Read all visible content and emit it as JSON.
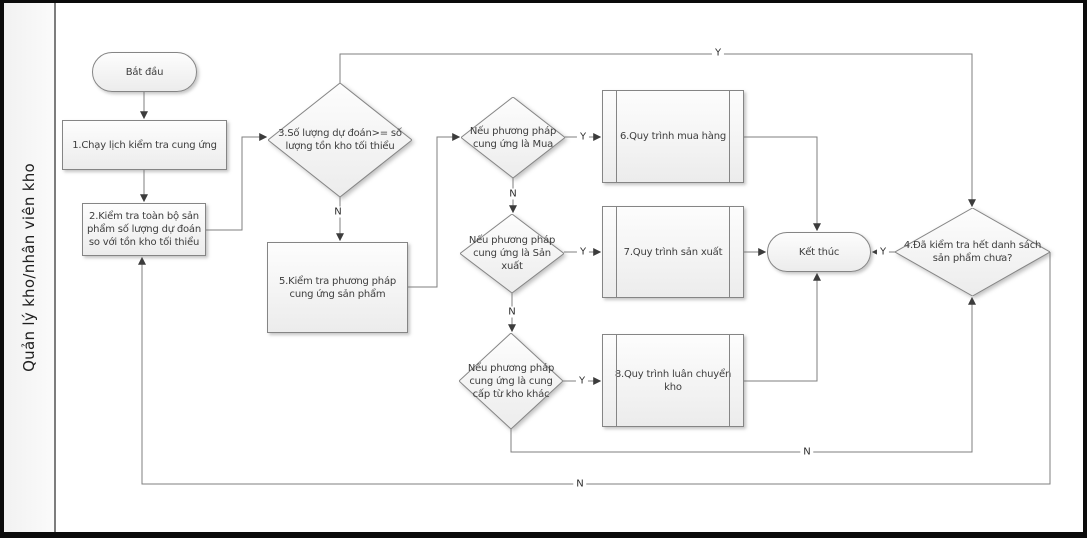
{
  "lane": {
    "title": "Quản lý kho/nhân viên kho"
  },
  "nodes": {
    "start": {
      "label": "Bắt đầu",
      "type": "terminator"
    },
    "step1": {
      "label": "1.Chạy lịch kiểm tra cung ứng",
      "type": "process"
    },
    "step2": {
      "label": "2.Kiểm tra toàn bộ sản phẩm số lượng dự đoán so với tồn kho tối thiểu",
      "type": "process"
    },
    "decision3": {
      "label": "3.Số lượng dự đoán>= số lượng tồn kho tối thiểu",
      "type": "decision"
    },
    "step5": {
      "label": "5.Kiểm tra phương pháp cung ứng sản phẩm",
      "type": "process"
    },
    "decision_buy": {
      "label": "Nếu phương pháp cung ứng là Mua",
      "type": "decision"
    },
    "step6": {
      "label": "6.Quy trình mua hàng",
      "type": "subprocess"
    },
    "decision_produce": {
      "label": "Nếu phương pháp cung ứng là Sản xuất",
      "type": "decision"
    },
    "step7": {
      "label": "7.Quy trình sản xuất",
      "type": "subprocess"
    },
    "decision_transfer": {
      "label": "Nếu phương pháp cung ứng là cung cấp từ kho khác",
      "type": "decision"
    },
    "step8": {
      "label": "8.Quy trình luân chuyển kho",
      "type": "subprocess"
    },
    "end": {
      "label": "Kết thúc",
      "type": "terminator"
    },
    "decision4": {
      "label": "4.Đã kiểm tra hết danh sách sản phẩm chưa?",
      "type": "decision"
    }
  },
  "edges": {
    "d3_yes": "Y",
    "d3_no": "N",
    "buy_yes": "Y",
    "buy_no": "N",
    "produce_yes": "Y",
    "produce_no": "N",
    "transfer_yes": "Y",
    "transfer_no": "N",
    "d4_yes": "Y",
    "d4_no": "N"
  },
  "colors": {
    "shape_border": "#858585",
    "shape_fill_top": "#fdfdfd",
    "shape_fill_bottom": "#ececec",
    "connector": "#7f7f7f",
    "arrowhead": "#3c3c3c",
    "text": "#3d3d3d",
    "frame": "#0b0b0b"
  }
}
